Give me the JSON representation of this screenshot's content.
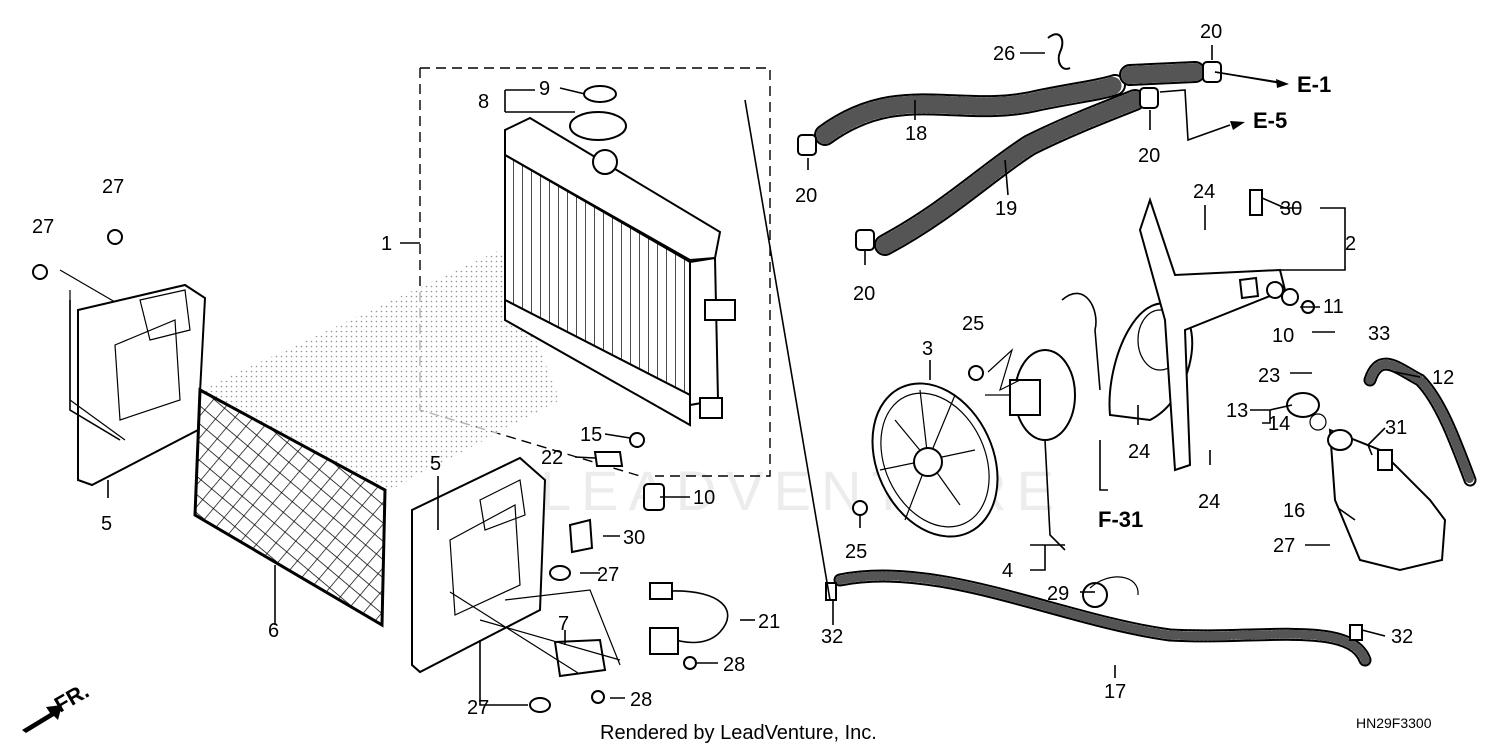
{
  "diagram": {
    "code": "HN29F3300",
    "footer": "Rendered by LeadVenture, Inc.",
    "watermark": "LEADVENTURE",
    "direction": "FR."
  },
  "callouts": {
    "c1": "1",
    "c2": "2",
    "c3": "3",
    "c4": "4",
    "c5a": "5",
    "c5b": "5",
    "c6": "6",
    "c7": "7",
    "c8": "8",
    "c9": "9",
    "c10a": "10",
    "c10b": "10",
    "c11": "11",
    "c12": "12",
    "c13": "13",
    "c14": "14",
    "c15": "15",
    "c16": "16",
    "c17": "17",
    "c18": "18",
    "c19": "19",
    "c20a": "20",
    "c20b": "20",
    "c20c": "20",
    "c20d": "20",
    "c21": "21",
    "c22": "22",
    "c23": "23",
    "c24a": "24",
    "c24b": "24",
    "c24c": "24",
    "c25a": "25",
    "c25b": "25",
    "c26": "26",
    "c27a": "27",
    "c27b": "27",
    "c27c": "27",
    "c27d": "27",
    "c27e": "27",
    "c28a": "28",
    "c28b": "28",
    "c29": "29",
    "c30a": "30",
    "c30b": "30",
    "c31": "31",
    "c32a": "32",
    "c32b": "32",
    "c33": "33"
  },
  "references": {
    "e1": "E-1",
    "e5": "E-5",
    "f31": "F-31"
  }
}
